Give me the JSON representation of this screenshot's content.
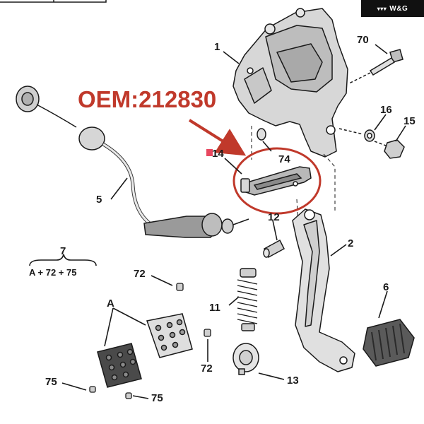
{
  "oem_label": "OEM:212830",
  "brand_text": "W&G",
  "colors": {
    "accent": "#c0392b",
    "line": "#1a1a1a",
    "marker": "#e8475f",
    "paper": "#ffffff"
  },
  "labels": {
    "p1": "1",
    "p2": "2",
    "p5": "5",
    "p6": "6",
    "p11": "11",
    "p12": "12",
    "p13": "13",
    "p14": "14",
    "p15": "15",
    "p16": "16",
    "p70": "70",
    "p72a": "72",
    "p72b": "72",
    "p74": "74",
    "p75a": "75",
    "p75b": "75",
    "pA": "A"
  },
  "kit": {
    "number": "7",
    "formula": "A + 72 + 75"
  }
}
